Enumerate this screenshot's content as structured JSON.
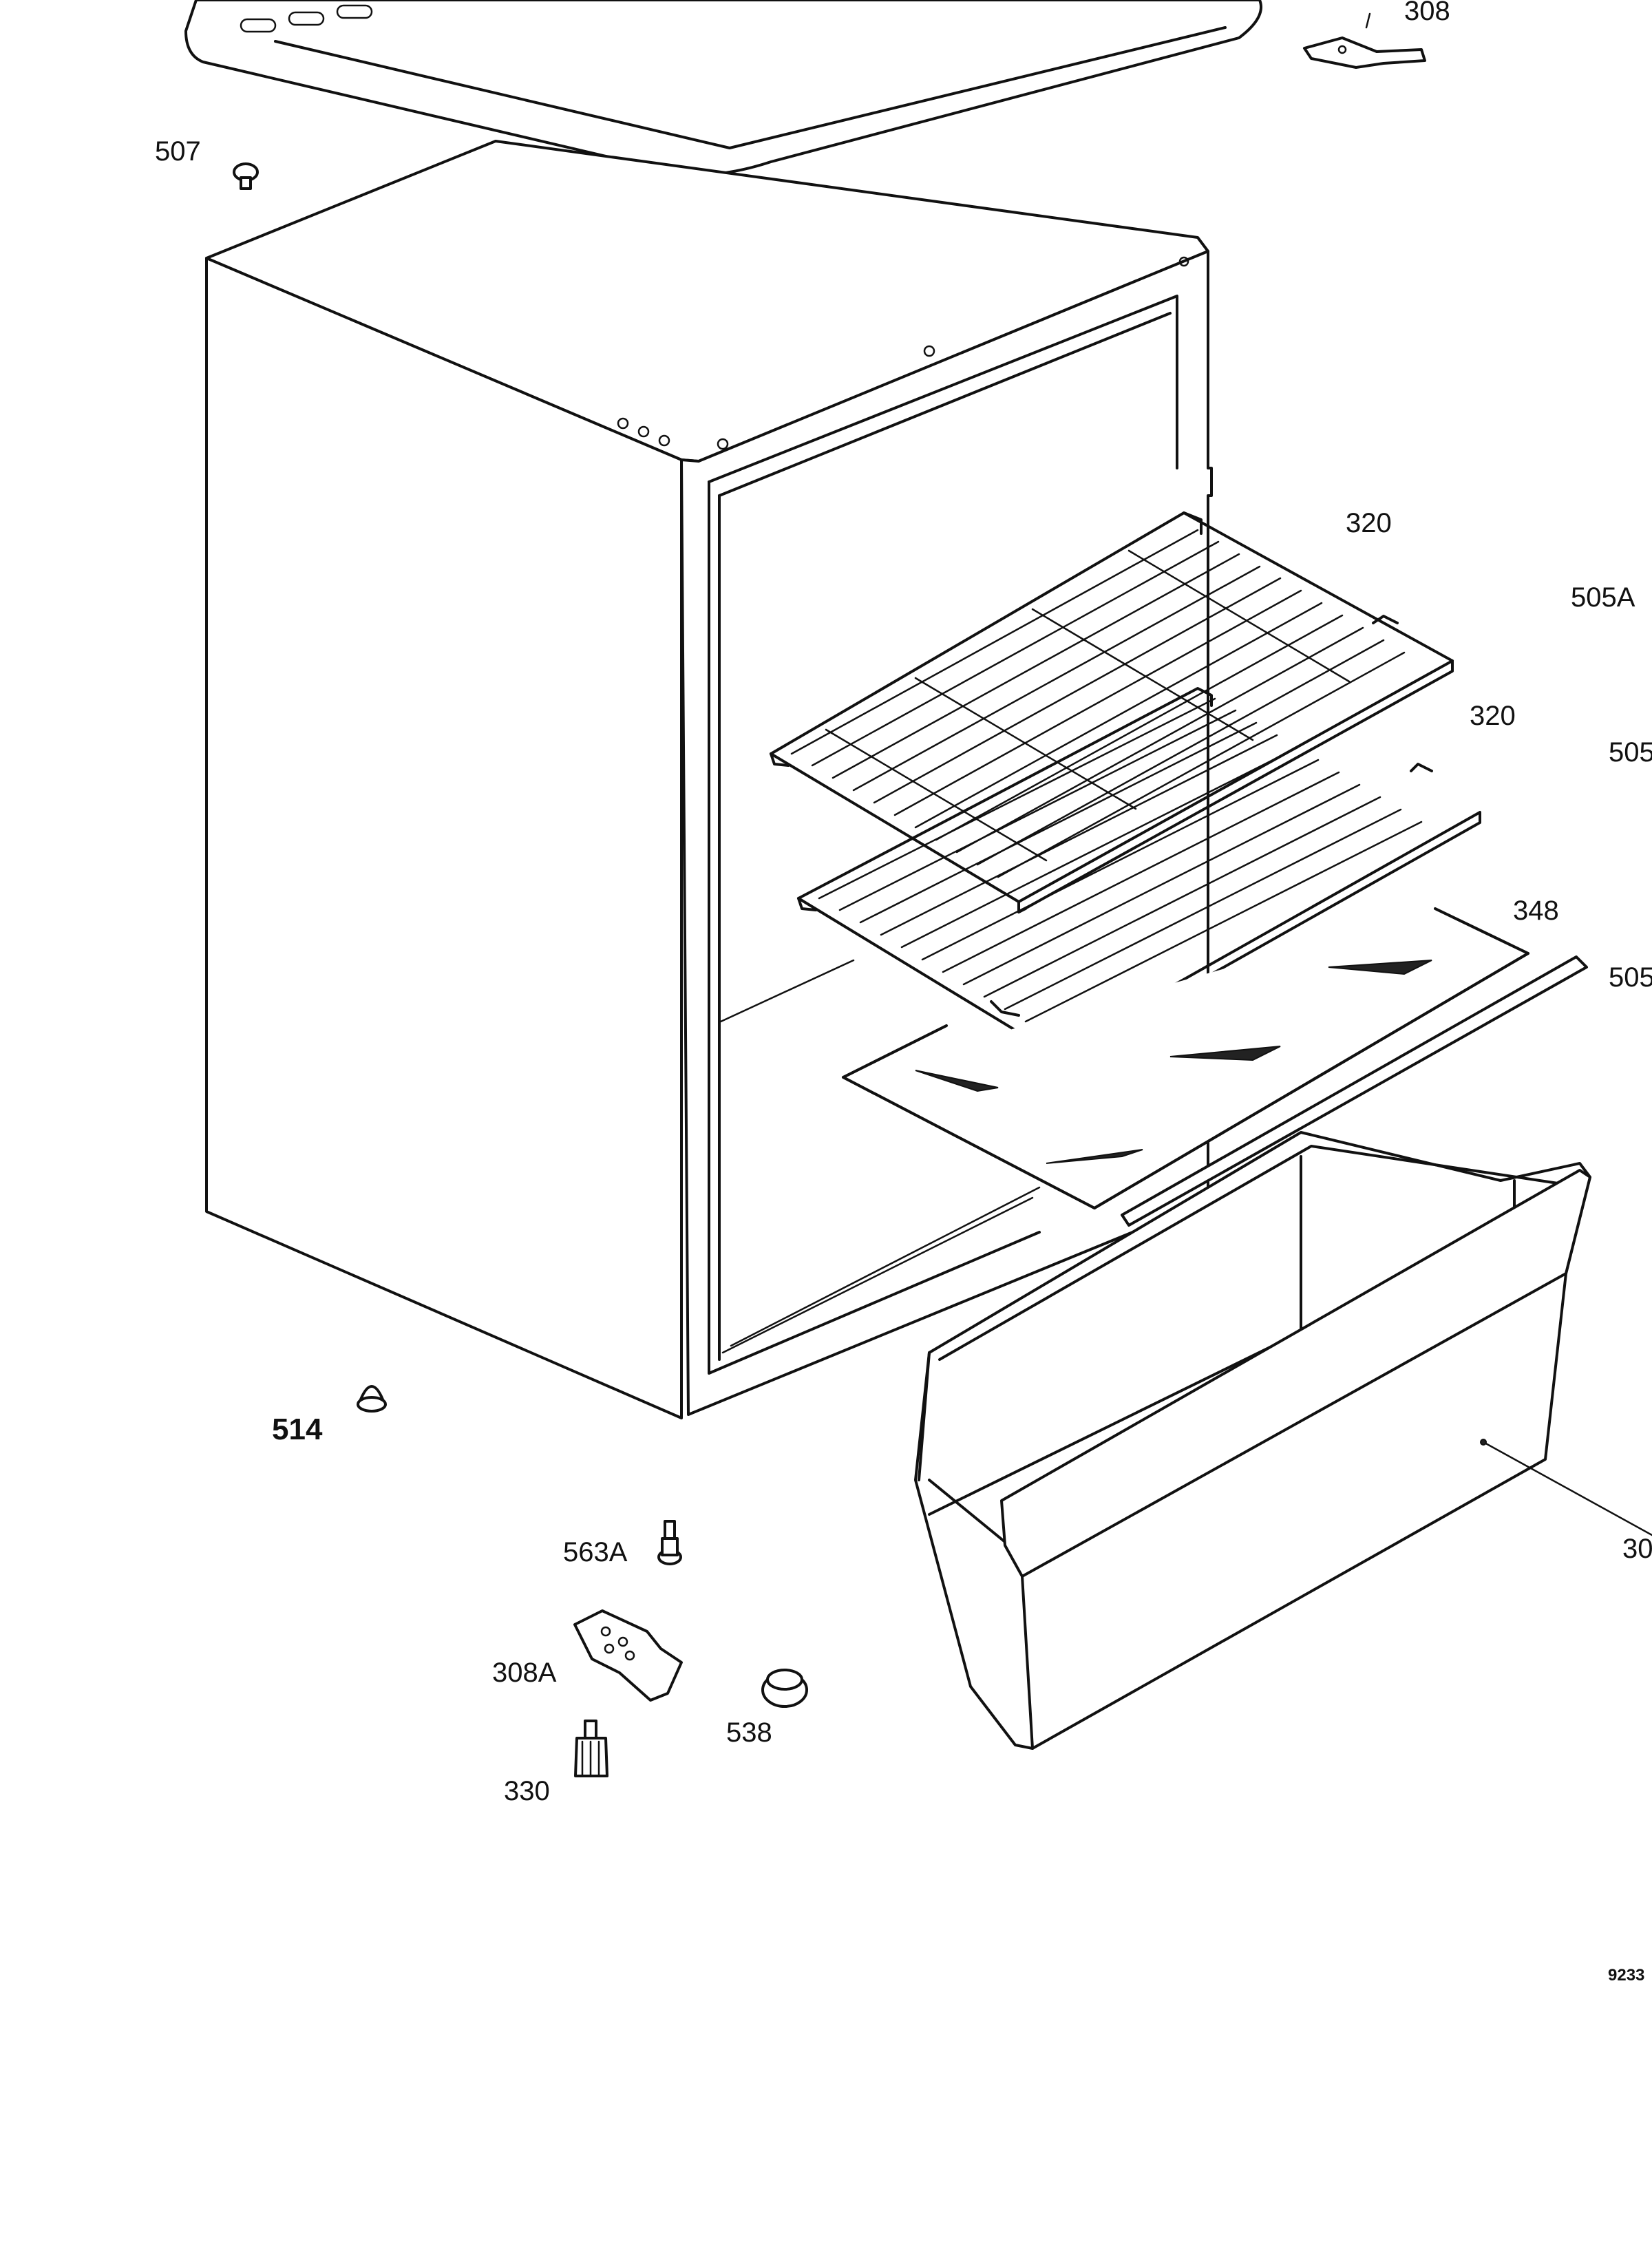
{
  "callouts": {
    "c308_top": "308",
    "c507": "507",
    "c320_a": "320",
    "c505a": "505A",
    "c320_b": "320",
    "c505_b": "505",
    "c348": "348",
    "c505_c": "505",
    "c514": "514",
    "c563a": "563A",
    "c308a": "308A",
    "c538": "538",
    "c330": "330",
    "c30": "30"
  },
  "figure_number": "9233",
  "colors": {
    "line": "#111111",
    "background": "#ffffff"
  }
}
